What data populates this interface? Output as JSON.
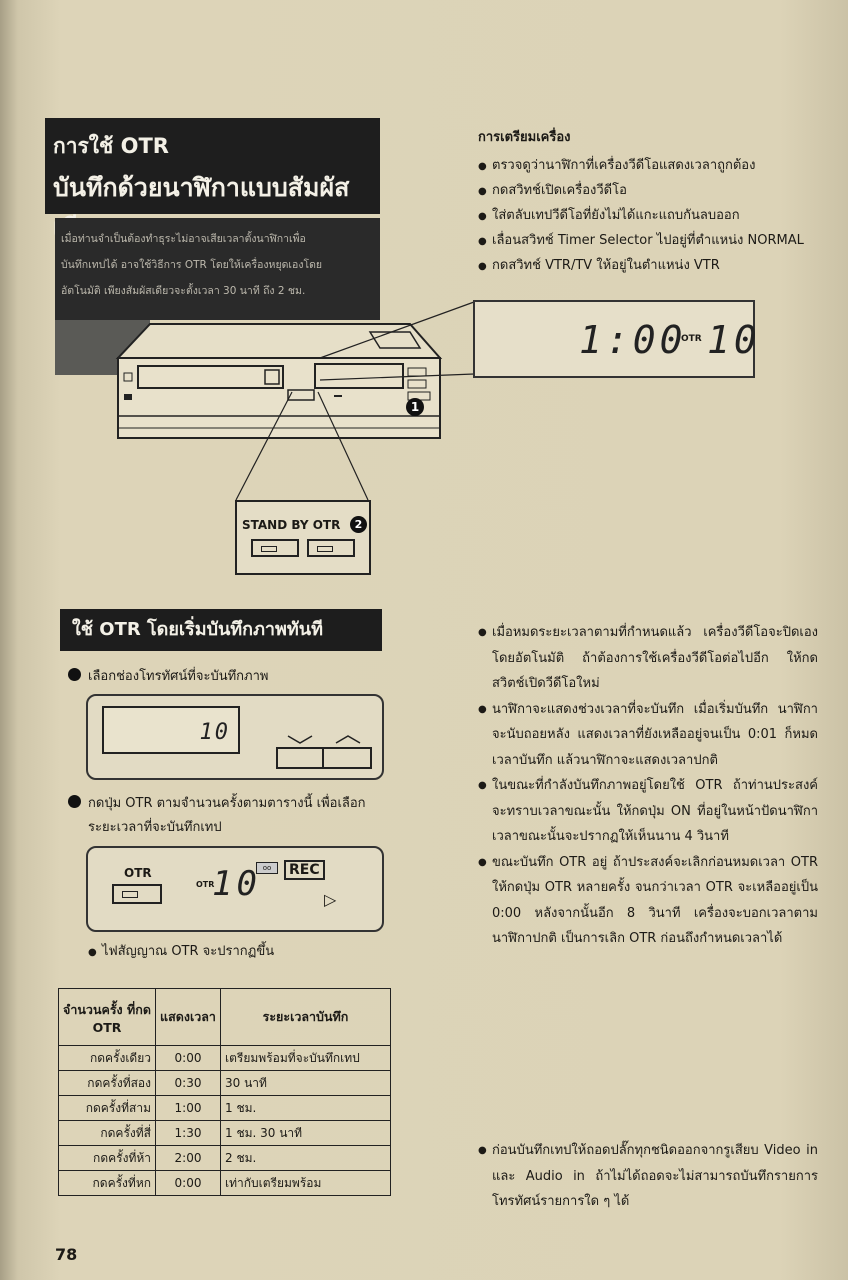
{
  "title": {
    "line1": "การใช้ OTR",
    "line2": "บันทึกด้วยนาฬิกาแบบสัมผัสเดียว"
  },
  "intro": [
    "เมื่อท่านจำเป็นต้องทำธุระไม่อาจเสียเวลาตั้งนาฬิกาเพื่อ",
    "บันทึกเทปได้  อาจใช้วิธีการ OTR โดยให้เครื่องหยุดเองโดย",
    "อัตโนมัติ  เพียงสัมผัสเดียวจะตั้งเวลา 30 นาที ถึง 2 ชม."
  ],
  "prep": {
    "heading": "การเตรียมเครื่อง",
    "items": [
      "ตรวจดูว่านาฬิกาที่เครื่องวีดีโอแสดงเวลาถูกต้อง",
      "กดสวิทช์เปิดเครื่องวีดีโอ",
      "ใส่ตลับเทปวีดีโอที่ยังไม่ได้แกะแถบกันลบออก",
      "เลื่อนสวิทช์ Timer Selector ไปอยู่ที่ตำแหน่ง NORMAL",
      "กดสวิทช์ VTR/TV ให้อยู่ในตำแหน่ง VTR"
    ]
  },
  "display": {
    "time": "1:00",
    "otr": "OTR",
    "channel": "10"
  },
  "standby": {
    "label": "STAND BY  OTR",
    "marker": "2",
    "marker1": "1"
  },
  "section2": {
    "heading": "ใช้ OTR โดยเริ่มบันทึกภาพทันที",
    "step1": "เลือกช่องโทรทัศน์ที่จะบันทึกภาพ",
    "step1_channel": "10",
    "step2_line1": "กดปุ่ม  OTR  ตามจำนวนครั้งตามตารางนี้   เพื่อเลือก",
    "step2_line2": "ระยะเวลาที่จะบันทึกเทป",
    "panel2": {
      "otr_label": "OTR",
      "otr_small": "OTR",
      "channel": "10",
      "rec": "REC"
    },
    "signal_note": "ไฟสัญญาณ OTR จะปรากฏขึ้น"
  },
  "table": {
    "headers": [
      "จำนวนครั้ง ที่กด OTR",
      "แสดงเวลา",
      "ระยะเวลาบันทึก"
    ],
    "rows": [
      [
        "กดครั้งเดียว",
        "0:00",
        "เตรียมพร้อมที่จะบันทึกเทป"
      ],
      [
        "กดครั้งที่สอง",
        "0:30",
        "30 นาที"
      ],
      [
        "กดครั้งที่สาม",
        "1:00",
        "1 ชม."
      ],
      [
        "กดครั้งที่สี่",
        "1:30",
        "1 ชม. 30 นาที"
      ],
      [
        "กดครั้งที่ห้า",
        "2:00",
        "2 ชม."
      ],
      [
        "กดครั้งที่หก",
        "0:00",
        "เท่ากับเตรียมพร้อม"
      ]
    ]
  },
  "right_paras": [
    "เมื่อหมดระยะเวลาตามที่กำหนดแล้ว  เครื่องวีดีโอจะปิดเองโดยอัตโนมัติ  ถ้าต้องการใช้เครื่องวีดีโอต่อไปอีก  ให้กดสวิตช์เปิดวีดีโอใหม่",
    "นาฬิกาจะแสดงช่วงเวลาที่จะบันทึก  เมื่อเริ่มบันทึก  นาฬิกาจะนับถอยหลัง  แสดงเวลาที่ยังเหลืออยู่จนเป็น  0:01  ก็หมดเวลาบันทึก  แล้วนาฬิกาจะแสดงเวลาปกติ",
    "ในขณะที่กำลังบันทึกภาพอยู่โดยใช้  OTR  ถ้าท่านประสงค์จะทราบเวลาขณะนั้น  ให้กดปุ่ม  ON  ที่อยู่ในหน้าปัดนาฬิกา  เวลาขณะนั้นจะปรากฏให้เห็นนาน  4  วินาที",
    "ขณะบันทึก  OTR  อยู่  ถ้าประสงค์จะเลิกก่อนหมดเวลา  OTR ให้กดปุ่ม  OTR  หลายครั้ง  จนกว่าเวลา  OTR  จะเหลืออยู่เป็น  0:00  หลังจากนั้นอีก  8  วินาที  เครื่องจะบอกเวลาตามนาฬิกาปกติ   เป็นการเลิก  OTR  ก่อนถึงกำหนดเวลาได้"
  ],
  "bottom_note": "ก่อนบันทึกเทปให้ถอดปลั๊กทุกชนิดออกจากรูเสียบ  Video  in  และ  Audio  in  ถ้าไม่ได้ถอดจะไม่สามารถบันทึกรายการโทรทัศน์รายการใด ๆ ได้",
  "page_number": "78"
}
